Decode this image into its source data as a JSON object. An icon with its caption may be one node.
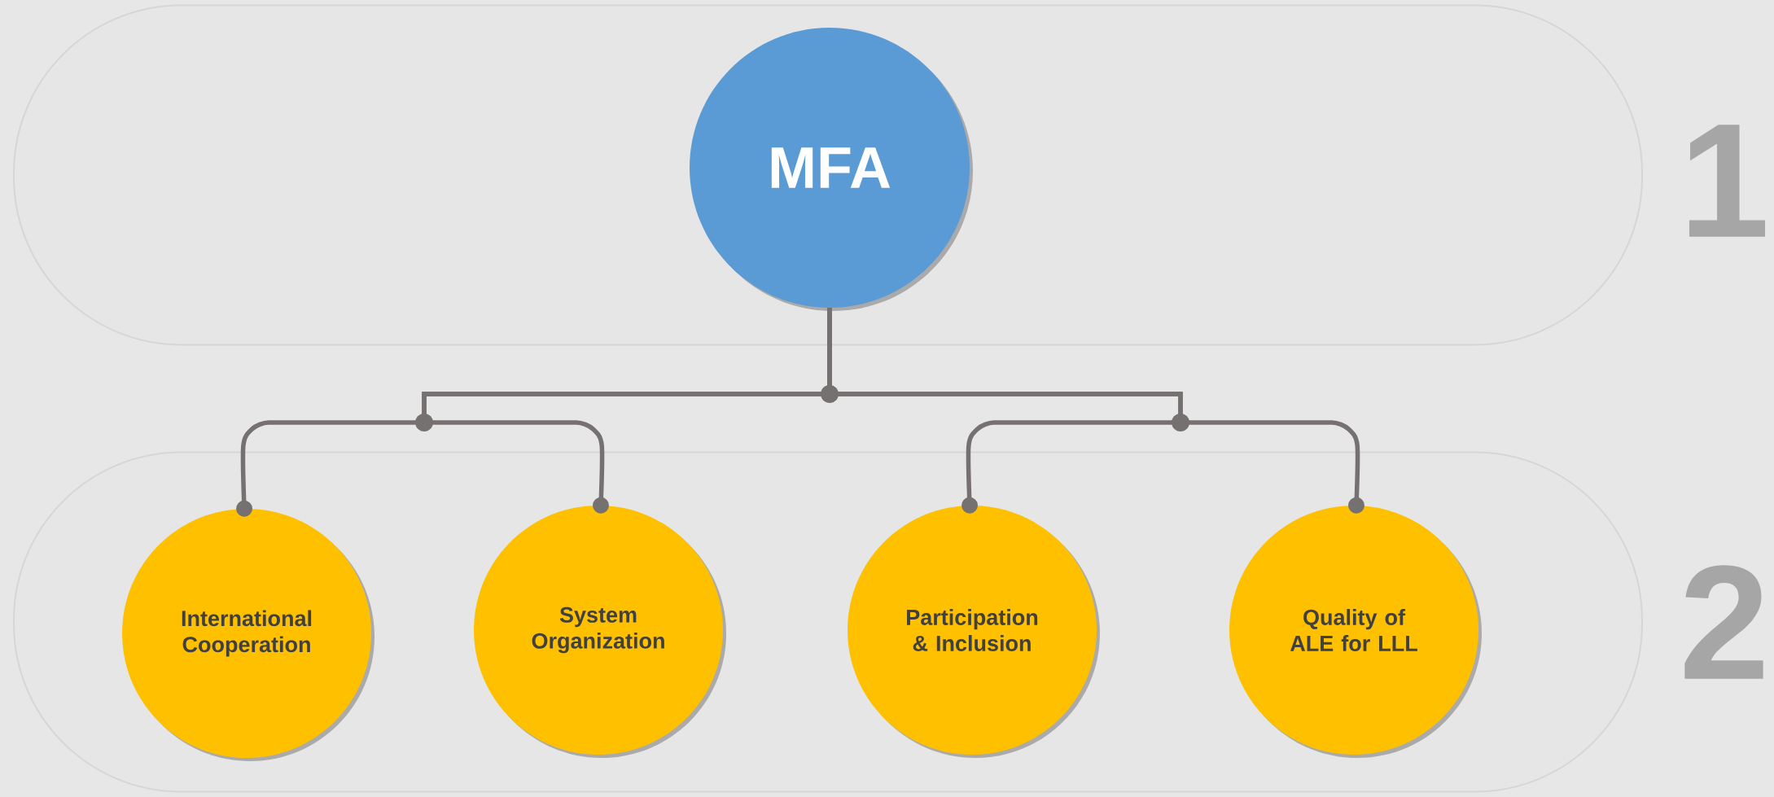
{
  "diagram": {
    "nodes": [
      {
        "text": [
          "1"
        ]
      },
      {
        "text": [
          "MFA"
        ],
        "in": 0
      },
      {
        "text": [
          "2"
        ]
      },
      {
        "text": [
          "International Cooperation"
        ],
        "in": 2
      },
      {
        "text": [
          "System Organization"
        ],
        "in": 2
      },
      {
        "text": [
          "Participation & Inclusion"
        ],
        "in": 2
      },
      {
        "text": [
          "Quality of ALE for LLL"
        ],
        "in": 2
      }
    ],
    "edges": [
      {
        "from": 1,
        "to": 3,
        "arrow": "other"
      },
      {
        "from": 1,
        "to": 4,
        "arrow": "other"
      },
      {
        "from": 1,
        "to": 5,
        "arrow": "other"
      },
      {
        "from": 1,
        "to": 6,
        "arrow": "other"
      }
    ]
  }
}
